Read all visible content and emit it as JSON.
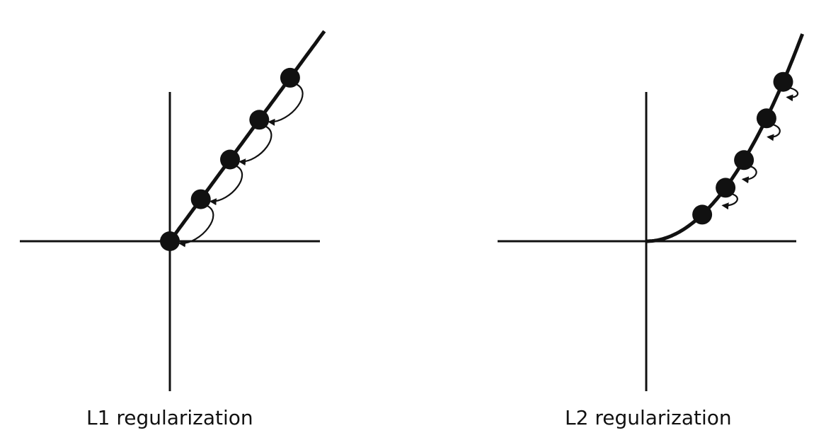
{
  "panels": [
    {
      "id": "l1",
      "caption": "L1 regularization",
      "penalty": "abs",
      "points_x": [
        0.0,
        0.37,
        0.72,
        1.07,
        1.44
      ],
      "arrow_targets": [
        null,
        0.0,
        0.37,
        0.72,
        1.07
      ]
    },
    {
      "id": "l2",
      "caption": "L2 regularization",
      "penalty": "square",
      "points_x": [
        0.67,
        0.95,
        1.17,
        1.44,
        1.64
      ],
      "arrow_targets": [
        null,
        0.8,
        1.04,
        1.34,
        1.57
      ]
    }
  ],
  "colors": {
    "ink": "#111111",
    "background": "#ffffff"
  }
}
